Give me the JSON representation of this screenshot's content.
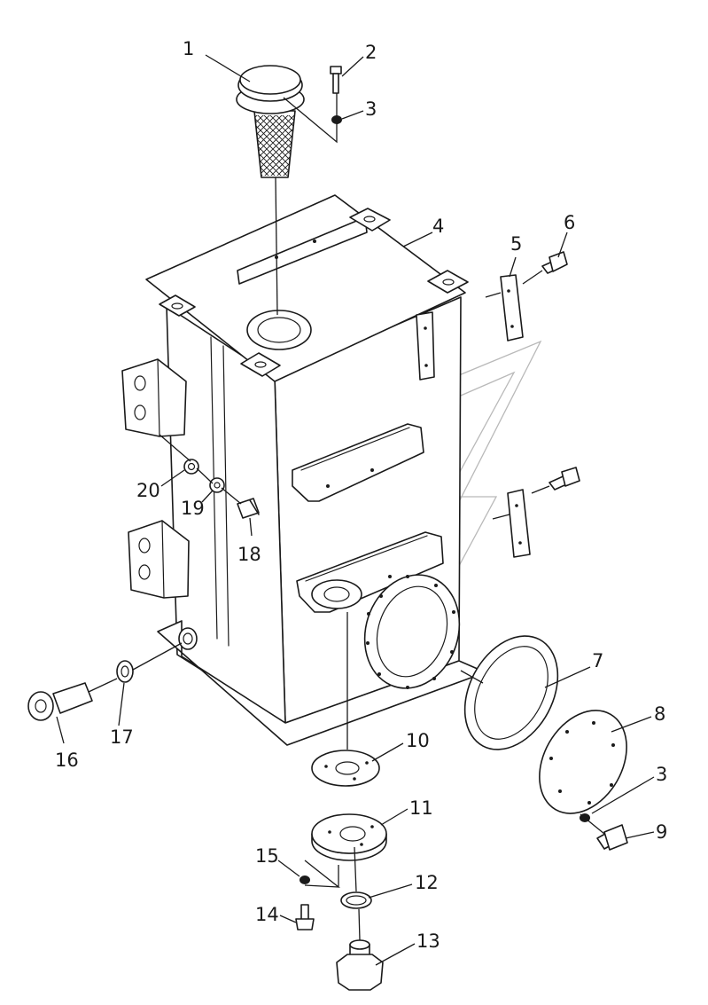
{
  "callouts": [
    {
      "id": "1",
      "text": "1"
    },
    {
      "id": "2",
      "text": "2"
    },
    {
      "id": "3a",
      "text": "3"
    },
    {
      "id": "4",
      "text": "4"
    },
    {
      "id": "5",
      "text": "5"
    },
    {
      "id": "6",
      "text": "6"
    },
    {
      "id": "7",
      "text": "7"
    },
    {
      "id": "8",
      "text": "8"
    },
    {
      "id": "3b",
      "text": "3"
    },
    {
      "id": "9",
      "text": "9"
    },
    {
      "id": "10",
      "text": "10"
    },
    {
      "id": "11",
      "text": "11"
    },
    {
      "id": "12",
      "text": "12"
    },
    {
      "id": "13",
      "text": "13"
    },
    {
      "id": "14",
      "text": "14"
    },
    {
      "id": "15",
      "text": "15"
    },
    {
      "id": "16",
      "text": "16"
    },
    {
      "id": "17",
      "text": "17"
    },
    {
      "id": "18",
      "text": "18"
    },
    {
      "id": "19",
      "text": "19"
    },
    {
      "id": "20",
      "text": "20"
    }
  ],
  "colors": {
    "line": "#1a1a1a",
    "watermark": "#b9b9b9",
    "background": "#ffffff"
  }
}
